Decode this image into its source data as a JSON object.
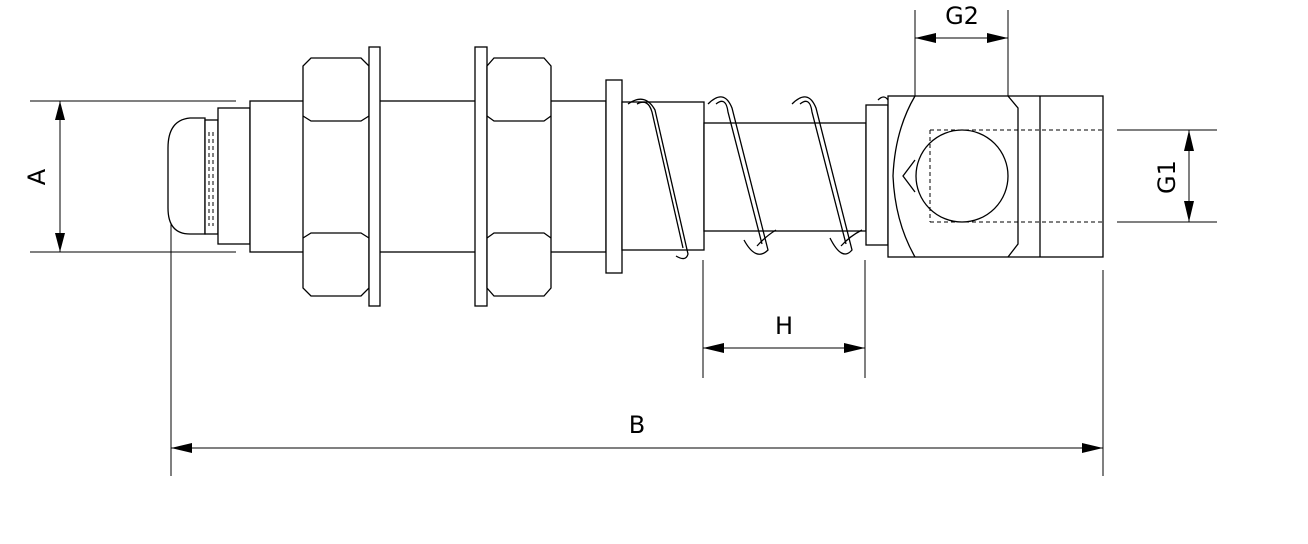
{
  "dimensions": {
    "A": "A",
    "B": "B",
    "H": "H",
    "G1": "G1",
    "G2": "G2"
  }
}
